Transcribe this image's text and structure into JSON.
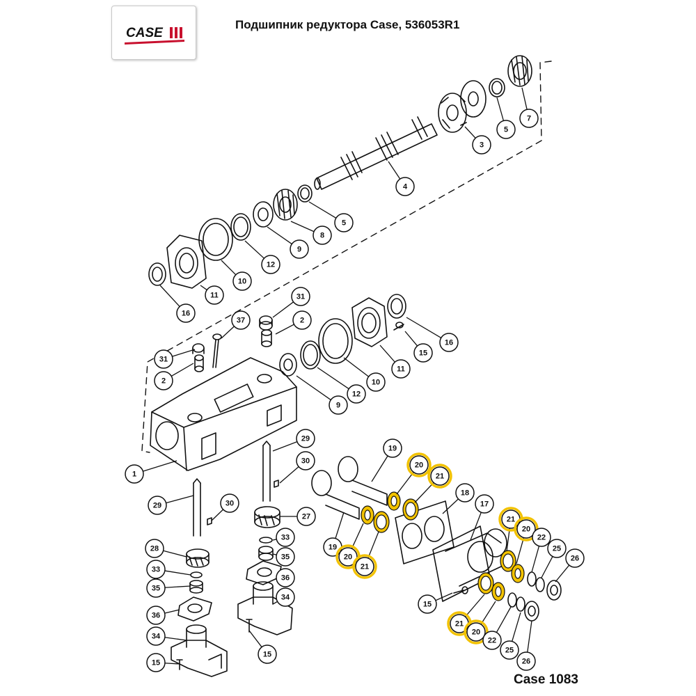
{
  "header": {
    "logo_text": "CASE",
    "title": "Подшипник редуктора Case, 536053R1"
  },
  "footer": {
    "model": "Case 1083"
  },
  "colors": {
    "highlight": "#f2c200",
    "line": "#111111",
    "logo_red": "#c8102e"
  },
  "callouts": [
    {
      "num": "3"
    },
    {
      "num": "5"
    },
    {
      "num": "7"
    },
    {
      "num": "4"
    },
    {
      "num": "5"
    },
    {
      "num": "8"
    },
    {
      "num": "9"
    },
    {
      "num": "12"
    },
    {
      "num": "10"
    },
    {
      "num": "11"
    },
    {
      "num": "16"
    },
    {
      "num": "31"
    },
    {
      "num": "2"
    },
    {
      "num": "37"
    },
    {
      "num": "31"
    },
    {
      "num": "2"
    },
    {
      "num": "16"
    },
    {
      "num": "15"
    },
    {
      "num": "11"
    },
    {
      "num": "10"
    },
    {
      "num": "12"
    },
    {
      "num": "9"
    },
    {
      "num": "1"
    },
    {
      "num": "29"
    },
    {
      "num": "30"
    },
    {
      "num": "29"
    },
    {
      "num": "30"
    },
    {
      "num": "27"
    },
    {
      "num": "33"
    },
    {
      "num": "35"
    },
    {
      "num": "36"
    },
    {
      "num": "34"
    },
    {
      "num": "15"
    },
    {
      "num": "28"
    },
    {
      "num": "33"
    },
    {
      "num": "35"
    },
    {
      "num": "36"
    },
    {
      "num": "34"
    },
    {
      "num": "15"
    },
    {
      "num": "19"
    },
    {
      "num": "20"
    },
    {
      "num": "21"
    },
    {
      "num": "18"
    },
    {
      "num": "19"
    },
    {
      "num": "20"
    },
    {
      "num": "21"
    },
    {
      "num": "17"
    },
    {
      "num": "21"
    },
    {
      "num": "20"
    },
    {
      "num": "22"
    },
    {
      "num": "25"
    },
    {
      "num": "26"
    },
    {
      "num": "15"
    },
    {
      "num": "21"
    },
    {
      "num": "20"
    },
    {
      "num": "22"
    },
    {
      "num": "25"
    },
    {
      "num": "26"
    }
  ]
}
